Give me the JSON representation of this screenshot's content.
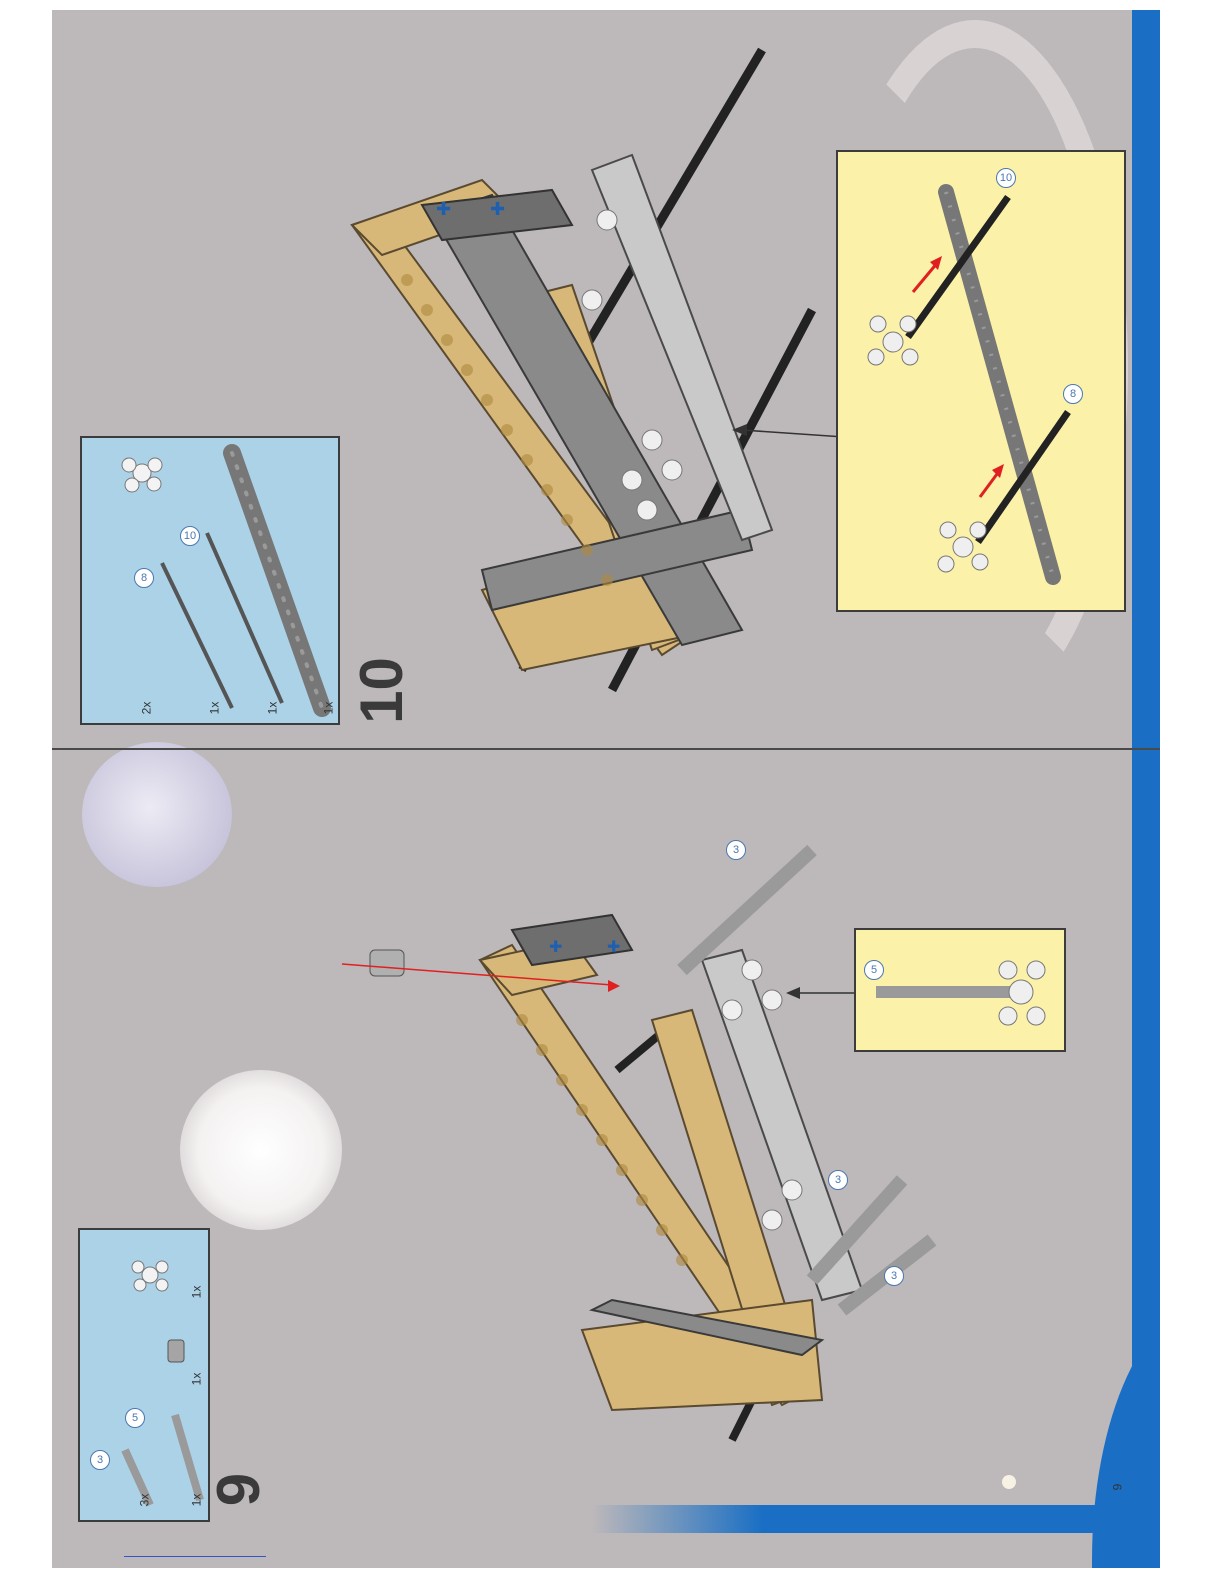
{
  "page": {
    "page_number": "9"
  },
  "step_10": {
    "number": "10",
    "parts": [
      {
        "qty": "2x",
        "icon": "connector-hub-icon"
      },
      {
        "qty": "1x",
        "length_badge": "8",
        "icon": "axle-icon"
      },
      {
        "qty": "1x",
        "length_badge": "10",
        "icon": "axle-icon"
      },
      {
        "qty": "1x",
        "icon": "beam-icon"
      }
    ],
    "callout_badges": [
      "10",
      "8"
    ]
  },
  "step_9": {
    "number": "9",
    "parts": [
      {
        "qty": "3x",
        "length_badge": "3",
        "icon": "axle-icon"
      },
      {
        "qty": "1x",
        "length_badge": "5",
        "icon": "axle-icon"
      },
      {
        "qty": "1x",
        "icon": "bush-icon"
      },
      {
        "qty": "1x",
        "icon": "connector-hub-icon"
      }
    ],
    "model_badges": [
      "3",
      "3",
      "3"
    ],
    "callout_badges": [
      "5"
    ]
  },
  "colors": {
    "background": "#bdb8ba",
    "parts_box": "#acd2e8",
    "callout_box": "#fbf1a8",
    "side_band": "#1a6fc4",
    "tan_brick": "#d8b878",
    "grey_beam": "#8a8a8a",
    "black_axle": "#222222",
    "red_arrow": "#e02020"
  }
}
